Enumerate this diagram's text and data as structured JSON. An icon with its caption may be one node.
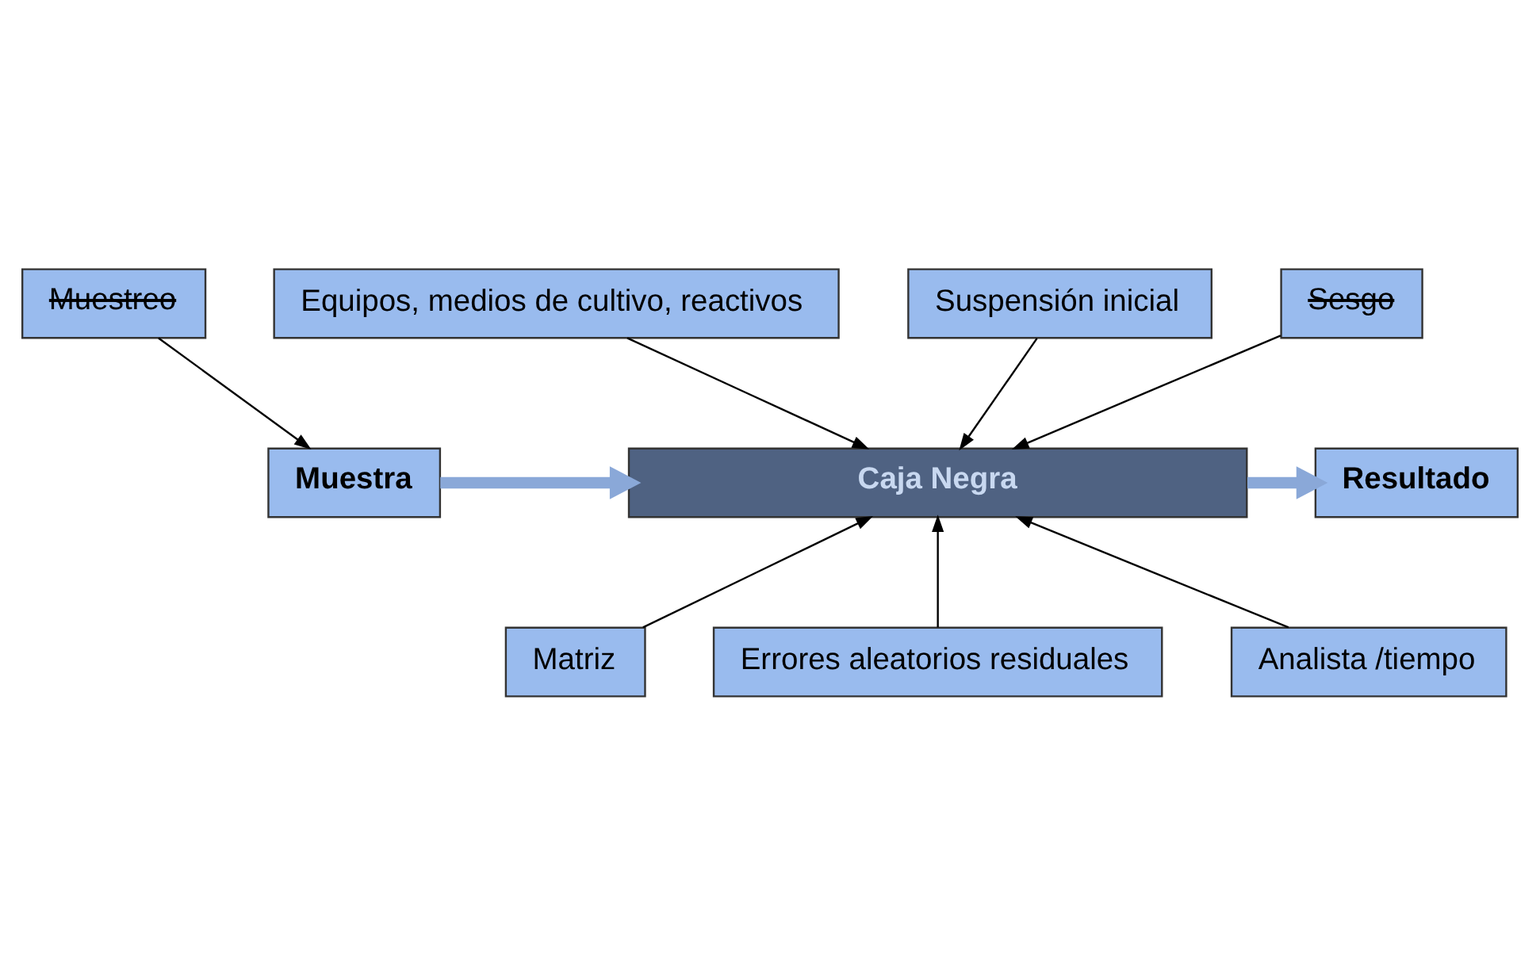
{
  "diagram": {
    "nodes": [
      {
        "text": [
          "Equipos, medios de cultivo, reactivos"
        ]
      },
      {
        "text": [
          "Muestreo"
        ]
      },
      {
        "text": [
          "Suspensión inicial"
        ]
      },
      {
        "text": [
          "Sesgo"
        ]
      },
      {
        "text": [
          "Muestra"
        ]
      },
      {
        "text": [
          "Caja Negra"
        ]
      },
      {
        "text": [
          "Resultado"
        ]
      },
      {
        "text": [
          "Matriz"
        ]
      },
      {
        "text": [
          "Errores aleatorios residuales"
        ]
      },
      {
        "text": [
          "Analista /tiempo"
        ]
      }
    ],
    "edges": [
      {
        "from": 1,
        "to": 4,
        "arrow": "to"
      },
      {
        "from": 0,
        "to": 5,
        "arrow": "to"
      },
      {
        "from": 2,
        "to": 5,
        "arrow": "to"
      },
      {
        "from": 3,
        "to": 5,
        "arrow": "to"
      },
      {
        "from": 4,
        "to": 5,
        "arrow": "to",
        "style": "thick",
        "color": "#8aa8d8"
      },
      {
        "from": 5,
        "to": 6,
        "arrow": "to",
        "style": "thick",
        "color": "#8aa8d8"
      },
      {
        "from": 7,
        "to": 5,
        "arrow": "to"
      },
      {
        "from": 8,
        "to": 5,
        "arrow": "to"
      },
      {
        "from": 9,
        "to": 5,
        "arrow": "to"
      }
    ]
  }
}
